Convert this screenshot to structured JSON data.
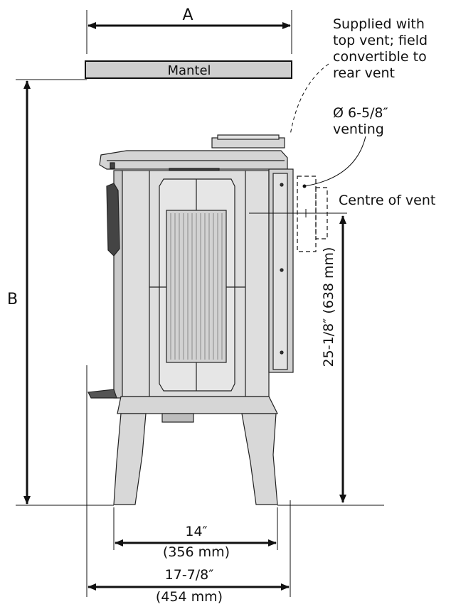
{
  "labels": {
    "dim_a": "A",
    "dim_b": "B",
    "mantel": "Mantel",
    "vent_note_line1": "Supplied with",
    "vent_note_line2": "top vent; field",
    "vent_note_line3": "convertible to",
    "vent_note_line4": "rear vent",
    "venting_line1": "Ø 6-5/8″",
    "venting_line2": "venting",
    "centre_of_vent": "Centre of vent",
    "vent_height": "25-1/8″ (638 mm)",
    "depth_inner_in": "14″",
    "depth_inner_mm": "(356 mm)",
    "depth_outer_in": "17-7/8″",
    "depth_outer_mm": "(454 mm)"
  },
  "colors": {
    "stove_fill": "#dcdcdc",
    "stove_dark": "#2a2a2a",
    "mantel_fill": "#cfcfcf",
    "line": "#111111"
  }
}
